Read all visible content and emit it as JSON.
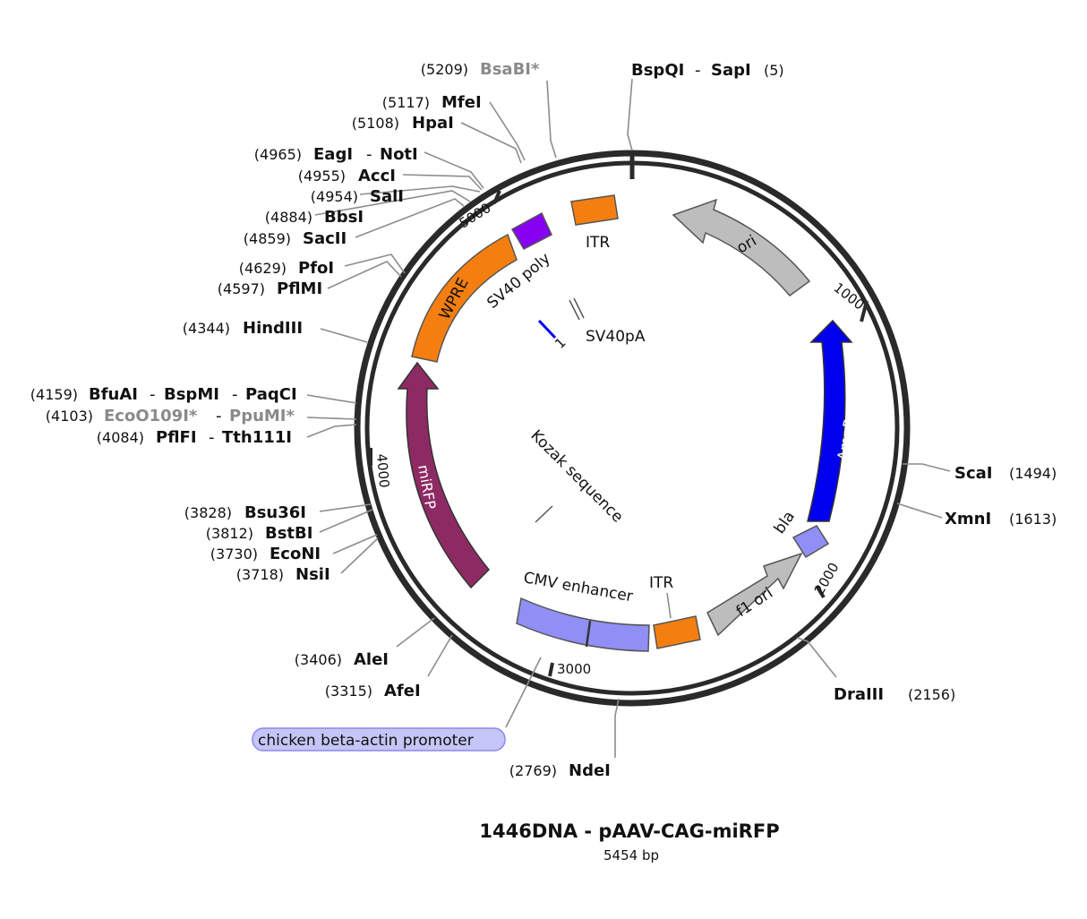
{
  "title": "1446DNA - pAAV-CAG-miRFP",
  "subtitle": "5454 bp",
  "tick_labels": [
    "1000",
    "2000",
    "3000",
    "4000",
    "5000"
  ],
  "features": {
    "ori": "ori",
    "ampr": "AmpR",
    "bla": "bla",
    "f1ori": "f1 ori",
    "itr_bottom": "ITR",
    "cmv": "CMV enhancer",
    "mirfp": "miRFP",
    "wpre": "WPRE",
    "sv40poly": "SV40 poly",
    "itr_top": "ITR",
    "sv40pa": "SV40pA",
    "kozak": "Kozak sequence",
    "one": "1"
  },
  "colors": {
    "itr": "#f47f10",
    "ori": "#bdbdbd",
    "ampr": "#0000ee",
    "bla": "#8f8ff5",
    "cmv": "#8f8ff5",
    "mirfp": "#8e2a63",
    "wpre": "#f47f10",
    "sv40poly": "#8800f0",
    "promoter_box": "#c5c5f7"
  },
  "promoter_label": "chicken beta-actin promoter",
  "sites": [
    {
      "pos": "(5209)",
      "names": [
        "BsaBI*"
      ],
      "grey": true
    },
    {
      "pos": "(5)",
      "names": [
        "BspQI",
        "SapI"
      ],
      "grey": false
    },
    {
      "pos": "(5117)",
      "names": [
        "MfeI"
      ],
      "grey": false
    },
    {
      "pos": "(5108)",
      "names": [
        "HpaI"
      ],
      "grey": false
    },
    {
      "pos": "(4965)",
      "names": [
        "EagI",
        "NotI"
      ],
      "grey": false
    },
    {
      "pos": "(4955)",
      "names": [
        "AccI"
      ],
      "grey": false
    },
    {
      "pos": "(4954)",
      "names": [
        "SalI"
      ],
      "grey": false
    },
    {
      "pos": "(4884)",
      "names": [
        "BbsI"
      ],
      "grey": false
    },
    {
      "pos": "(4859)",
      "names": [
        "SacII"
      ],
      "grey": false
    },
    {
      "pos": "(4629)",
      "names": [
        "PfoI"
      ],
      "grey": false
    },
    {
      "pos": "(4597)",
      "names": [
        "PflMI"
      ],
      "grey": false
    },
    {
      "pos": "(4344)",
      "names": [
        "HindIII"
      ],
      "grey": false
    },
    {
      "pos": "(4159)",
      "names": [
        "BfuAI",
        "BspMI",
        "PaqCI"
      ],
      "grey": false
    },
    {
      "pos": "(4103)",
      "names": [
        "EcoO109I*",
        "PpuMI*"
      ],
      "grey": true
    },
    {
      "pos": "(4084)",
      "names": [
        "PflFI",
        "Tth111I"
      ],
      "grey": false
    },
    {
      "pos": "(1494)",
      "names": [
        "ScaI"
      ],
      "grey": false
    },
    {
      "pos": "(1613)",
      "names": [
        "XmnI"
      ],
      "grey": false
    },
    {
      "pos": "(3828)",
      "names": [
        "Bsu36I"
      ],
      "grey": false
    },
    {
      "pos": "(3812)",
      "names": [
        "BstBI"
      ],
      "grey": false
    },
    {
      "pos": "(3730)",
      "names": [
        "EcoNI"
      ],
      "grey": false
    },
    {
      "pos": "(3718)",
      "names": [
        "NsiI"
      ],
      "grey": false
    },
    {
      "pos": "(3406)",
      "names": [
        "AleI"
      ],
      "grey": false
    },
    {
      "pos": "(3315)",
      "names": [
        "AfeI"
      ],
      "grey": false
    },
    {
      "pos": "(2156)",
      "names": [
        "DraIII"
      ],
      "grey": false
    },
    {
      "pos": "(2769)",
      "names": [
        "NdeI"
      ],
      "grey": false
    }
  ]
}
